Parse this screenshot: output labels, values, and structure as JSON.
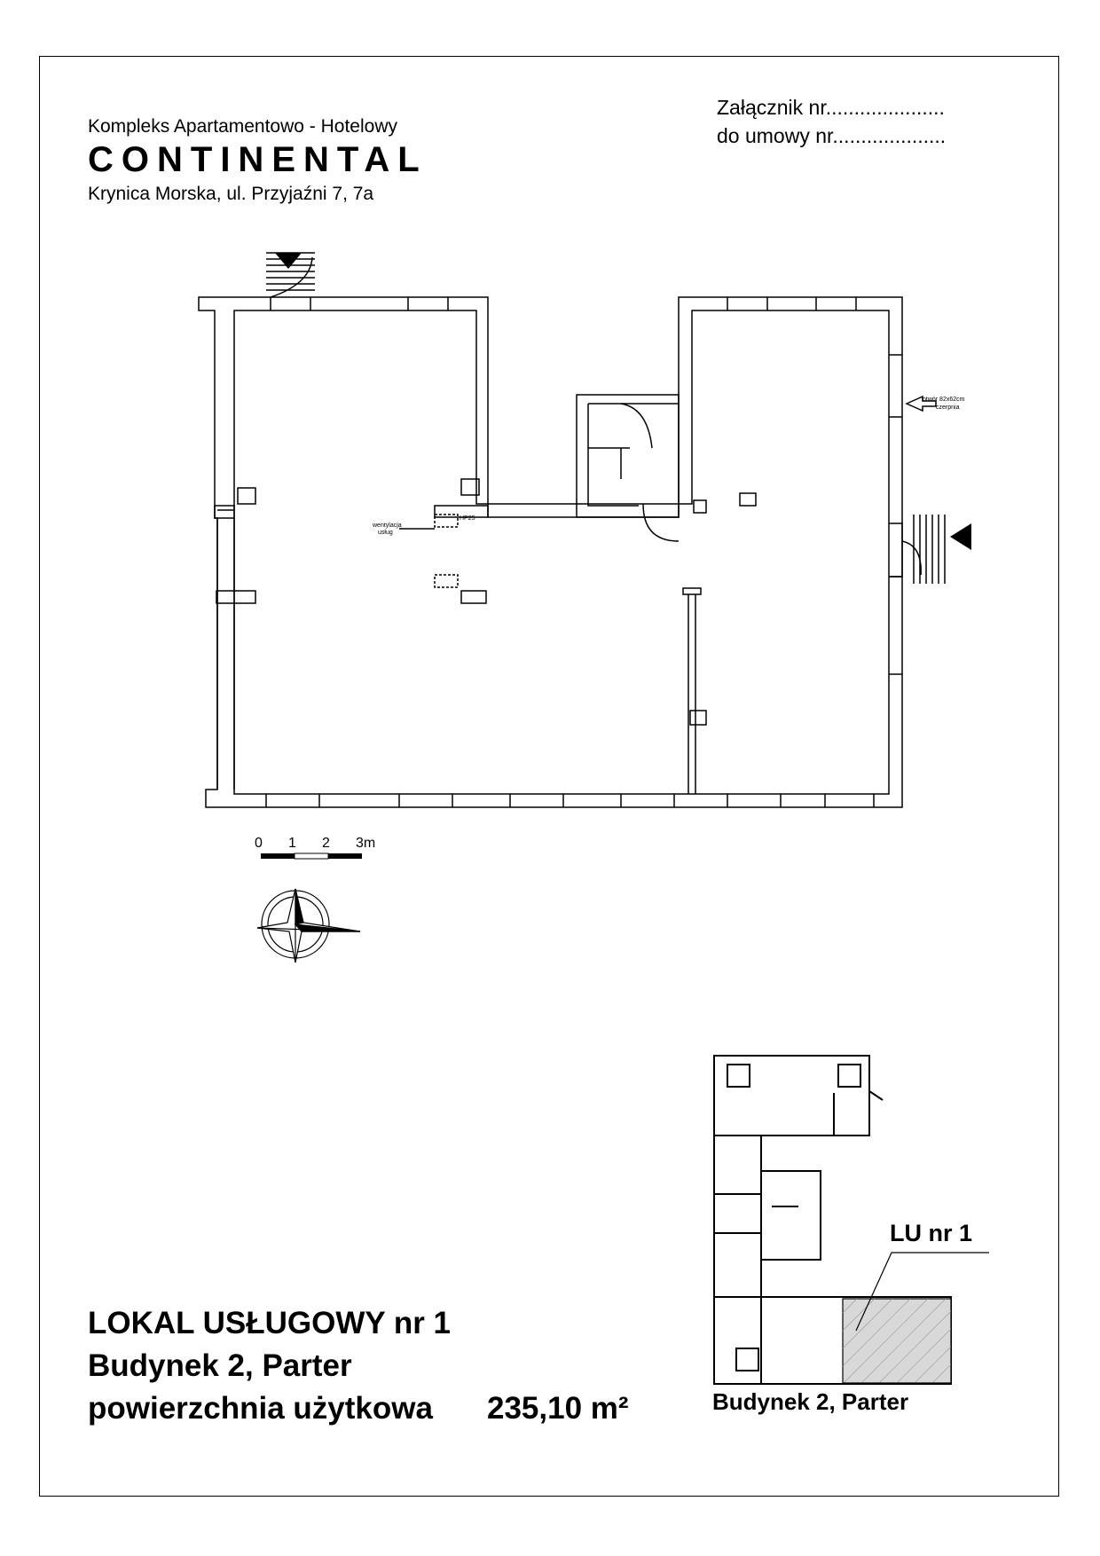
{
  "header": {
    "company": "Kompleks Apartamentowo - Hotelowy",
    "brand": "CONTINENTAL",
    "address": "Krynica Morska, ul. Przyjaźni 7, 7a"
  },
  "annex": {
    "line1": "Załącznik nr.....................",
    "line2": "do umowy nr...................."
  },
  "plan_labels": {
    "ventilation_line1": "wentylacja",
    "ventilation_line2": "usług",
    "hp": "HP25",
    "opening_line1": "otwór 82x62cm",
    "opening_line2": "czerpnia"
  },
  "scale": {
    "t0": "0",
    "t1": "1",
    "t2": "2",
    "t3": "3m"
  },
  "unit": {
    "title": "LOKAL USŁUGOWY nr 1",
    "building": "Budynek 2, Parter",
    "area_label": "powierzchnia użytkowa",
    "area_value": "235,10 m²"
  },
  "key_plan": {
    "unit_label": "LU nr 1",
    "caption": "Budynek 2, Parter"
  }
}
